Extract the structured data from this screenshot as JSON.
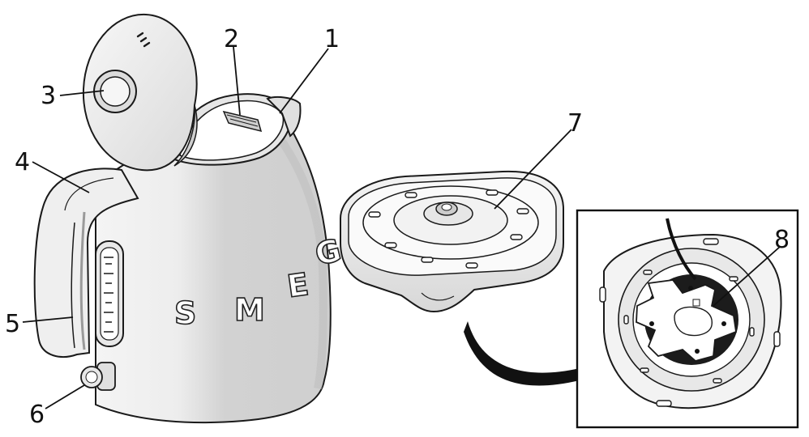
{
  "callouts": {
    "c1": "1",
    "c2": "2",
    "c3": "3",
    "c4": "4",
    "c5": "5",
    "c6": "6",
    "c7": "7",
    "c8": "8"
  },
  "brand_letters": [
    "S",
    "M",
    "E",
    "G"
  ],
  "colors": {
    "body": "#d4d4d4",
    "highlight": "#f2f2f2",
    "outline": "#1a1a1a",
    "cord": "#111111"
  }
}
